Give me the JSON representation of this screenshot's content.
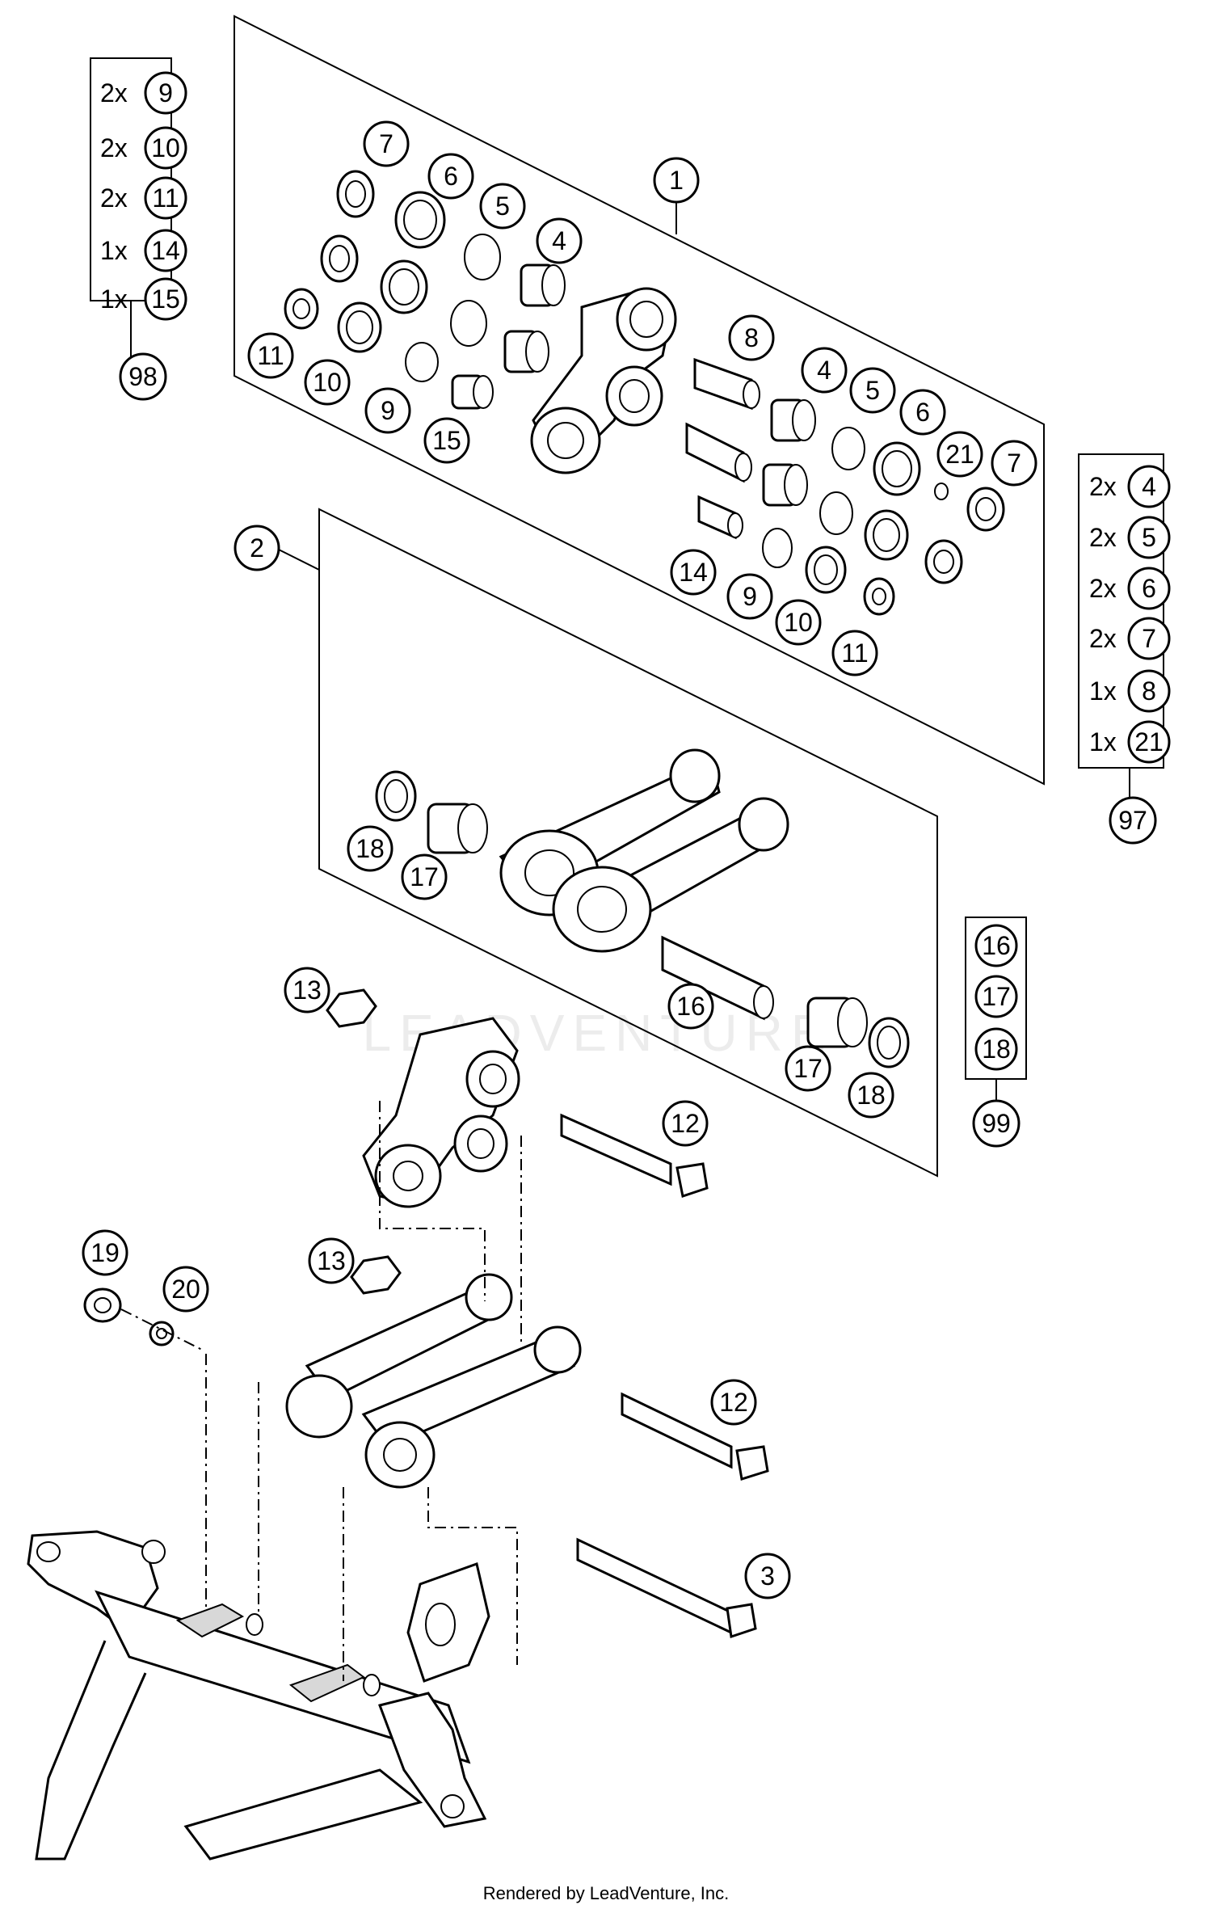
{
  "diagram": {
    "watermark": "LEADVENTURE",
    "footer": "Rendered by LeadVenture, Inc.",
    "callouts": [
      "1",
      "2",
      "3",
      "4",
      "5",
      "6",
      "7",
      "8",
      "9",
      "10",
      "11",
      "12",
      "13",
      "14",
      "15",
      "16",
      "17",
      "18",
      "19",
      "20",
      "21"
    ],
    "kits": {
      "k98": {
        "label": "98",
        "items": [
          {
            "qty": "2x",
            "part": "9"
          },
          {
            "qty": "2x",
            "part": "10"
          },
          {
            "qty": "2x",
            "part": "11"
          },
          {
            "qty": "1x",
            "part": "14"
          },
          {
            "qty": "1x",
            "part": "15"
          }
        ]
      },
      "k97": {
        "label": "97",
        "items": [
          {
            "qty": "2x",
            "part": "4"
          },
          {
            "qty": "2x",
            "part": "5"
          },
          {
            "qty": "2x",
            "part": "6"
          },
          {
            "qty": "2x",
            "part": "7"
          },
          {
            "qty": "1x",
            "part": "8"
          },
          {
            "qty": "1x",
            "part": "21"
          }
        ]
      },
      "k99": {
        "label": "99",
        "items": [
          {
            "part": "16"
          },
          {
            "part": "17"
          },
          {
            "part": "18"
          }
        ]
      }
    }
  }
}
